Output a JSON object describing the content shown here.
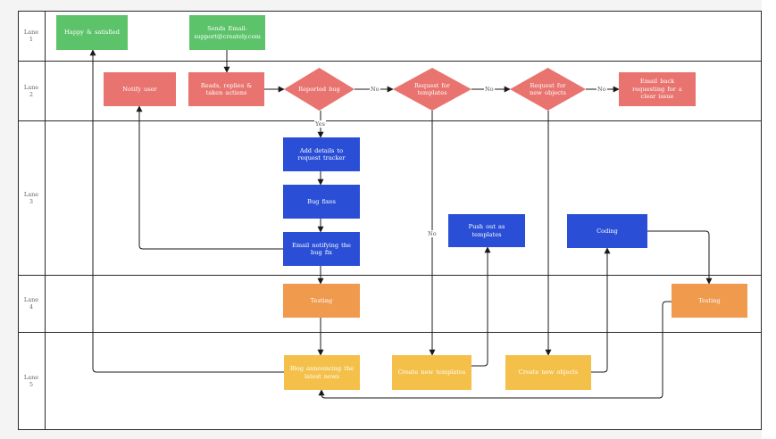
{
  "lanes": [
    {
      "label": "Lane\n1"
    },
    {
      "label": "Lane\n2"
    },
    {
      "label": "Lane\n3"
    },
    {
      "label": "Lane\n4"
    },
    {
      "label": "Lane\n5"
    }
  ],
  "nodes": {
    "happy": "Happy & satisfied",
    "sends_email": "Sends Email-support@creately.com",
    "notify_user": "Notify user",
    "reads_replies": "Reads, replies & taken actions",
    "reported_bug": "Reported bug",
    "request_templates": "Request for templates",
    "request_objects": "Request for new objects",
    "email_back": "Email back requesting for a clear issue",
    "add_details": "Add details to request tracker",
    "bug_fixes": "Bug fixes",
    "email_notifying": "Email notifying the bug fix",
    "push_out": "Push out as templates",
    "coding": "Coding",
    "testing_left": "Testing",
    "testing_right": "Testing",
    "blog": "Blog announcing the latest news",
    "create_templates": "Create new templates",
    "create_objects": "Create new objects"
  },
  "edge_labels": {
    "no_1": "No",
    "no_2": "No",
    "no_3": "No",
    "yes": "Yes",
    "no_down": "No"
  },
  "colors": {
    "green": "#5cc36b",
    "red": "#e8736f",
    "blue": "#2a4fd6",
    "orange": "#ef9a4d",
    "yellow": "#f4c04a"
  }
}
